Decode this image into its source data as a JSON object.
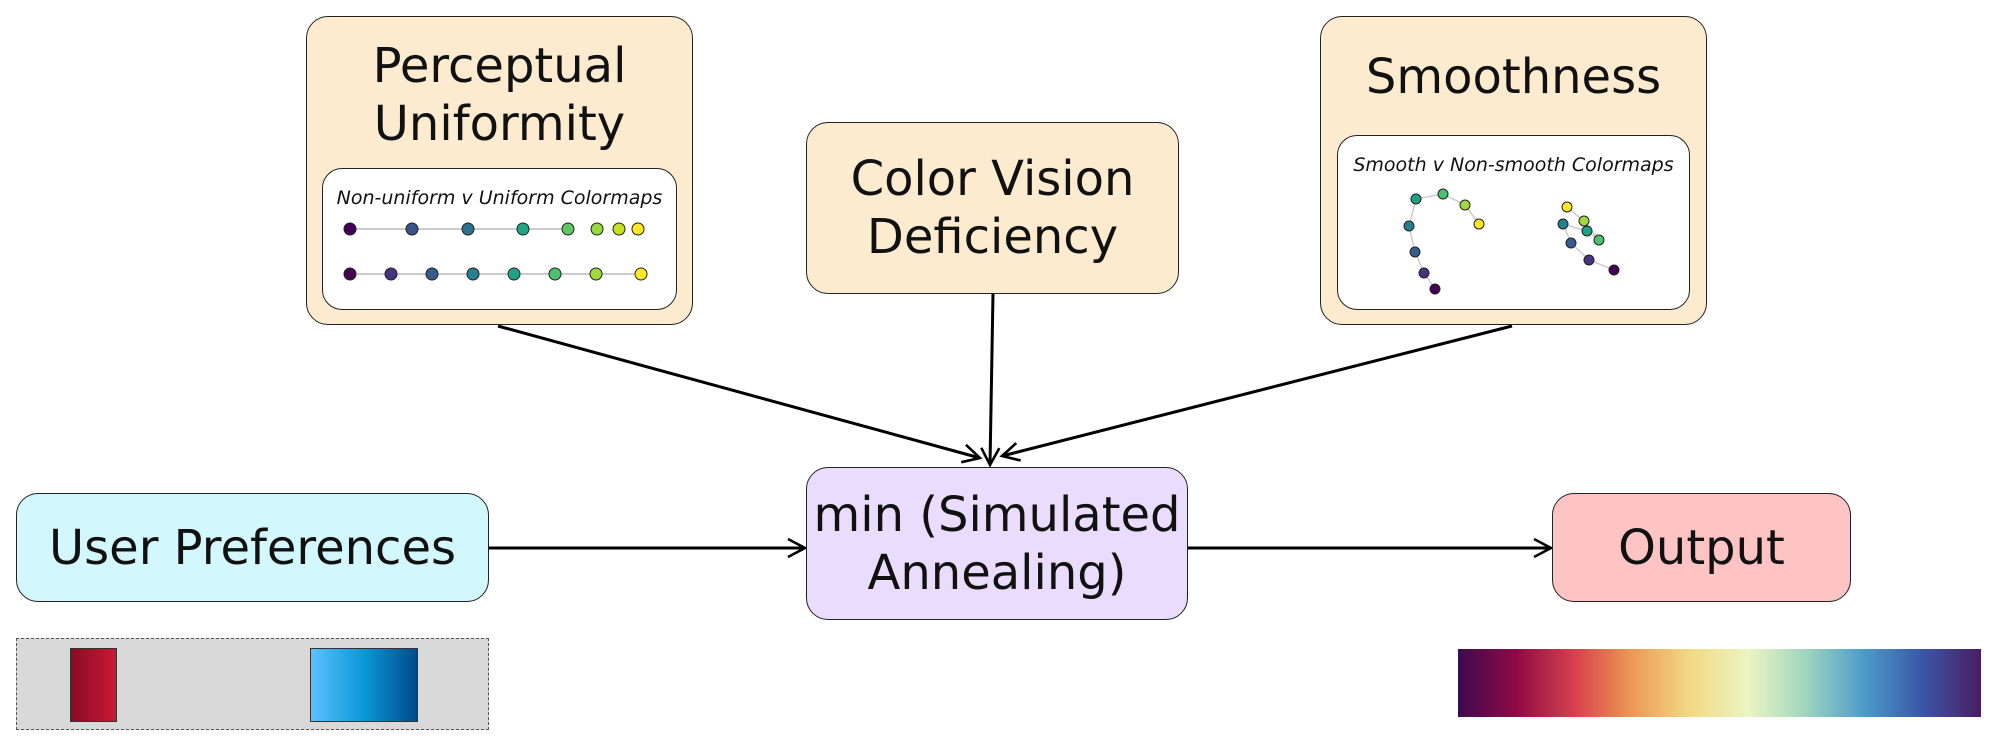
{
  "nodes": {
    "perceptual": {
      "label": "Perceptual\nUniformity",
      "inset_title": "Non-uniform v Uniform Colormaps"
    },
    "cvd": {
      "label": "Color Vision\nDeficiency"
    },
    "smoothness": {
      "label": "Smoothness",
      "inset_title": "Smooth v Non-smooth Colormaps"
    },
    "user_prefs": {
      "label": "User Preferences"
    },
    "optimizer": {
      "label": "min (Simulated\nAnnealing)"
    },
    "output": {
      "label": "Output"
    }
  },
  "edges": [
    {
      "from": "perceptual",
      "to": "optimizer"
    },
    {
      "from": "cvd",
      "to": "optimizer"
    },
    {
      "from": "smoothness",
      "to": "optimizer"
    },
    {
      "from": "user_prefs",
      "to": "optimizer"
    },
    {
      "from": "optimizer",
      "to": "output"
    }
  ],
  "colors": {
    "node_fill_peach": "#fdebd0",
    "node_fill_cyan": "#d2f7fd",
    "node_fill_lavender": "#eadcfc",
    "node_fill_pink": "#fec3c3",
    "viridis": [
      "#440154",
      "#3b528b",
      "#21908d",
      "#5dc863",
      "#fde725"
    ],
    "user_swatches": [
      [
        "#8b0a24",
        "#c81a36"
      ],
      [
        "#5cc0ff",
        "#0a98d8",
        "#004b8a"
      ]
    ],
    "output_colormap": [
      "#3d0a4e",
      "#8e0a46",
      "#d6404c",
      "#ec9a55",
      "#f2d985",
      "#ebf5c2",
      "#9ed5c0",
      "#4c9ac8",
      "#3a56a8",
      "#4a1d62"
    ]
  },
  "icons": [
    "arrow-head-icon"
  ]
}
